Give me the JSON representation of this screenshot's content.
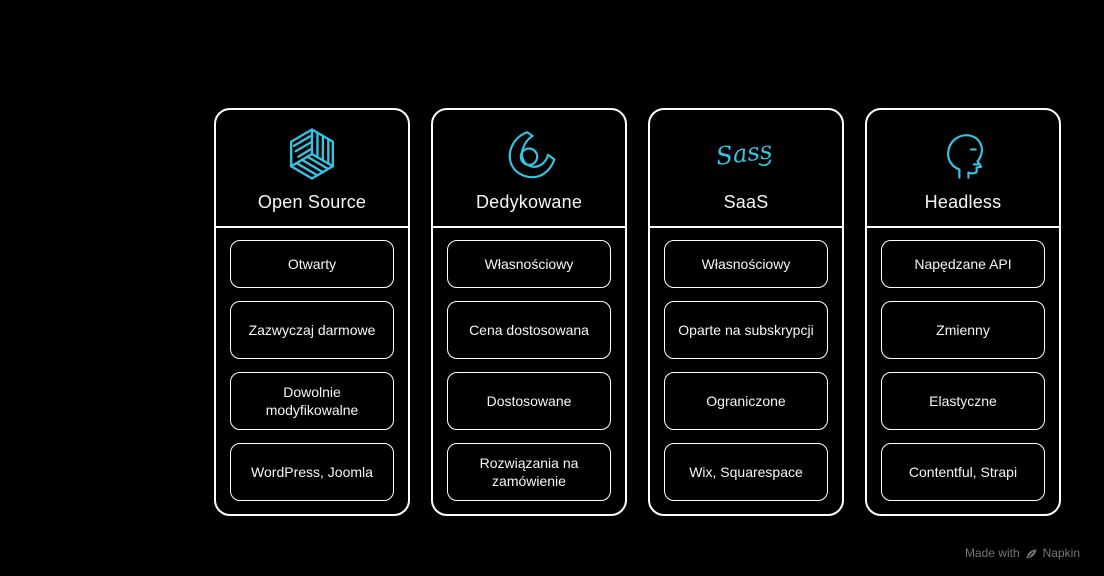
{
  "page": {
    "background_color": "#000000",
    "accent_color": "#35c4e3",
    "border_color": "#ffffff",
    "text_color": "#f5f5f5"
  },
  "cards": [
    {
      "title": "Open Source",
      "icon": "open-source-cube-icon",
      "items": [
        "Otwarty",
        "Zazwyczaj darmowe",
        "Dowolnie modyfikowalne",
        "WordPress, Joomla"
      ]
    },
    {
      "title": "Dedykowane",
      "icon": "custom-swirl-icon",
      "items": [
        "Własnościowy",
        "Cena dostosowana",
        "Dostosowane",
        "Rozwiązania na zamówienie"
      ]
    },
    {
      "title": "SaaS",
      "icon": "sass-script-icon",
      "items": [
        "Własnościowy",
        "Oparte na subskrypcji",
        "Ograniczone",
        "Wix, Squarespace"
      ]
    },
    {
      "title": "Headless",
      "icon": "head-profile-icon",
      "items": [
        "Napędzane API",
        "Zmienny",
        "Elastyczne",
        "Contentful, Strapi"
      ]
    }
  ],
  "watermark": {
    "prefix": "Made with",
    "brand": "Napkin",
    "color": "#767676"
  }
}
